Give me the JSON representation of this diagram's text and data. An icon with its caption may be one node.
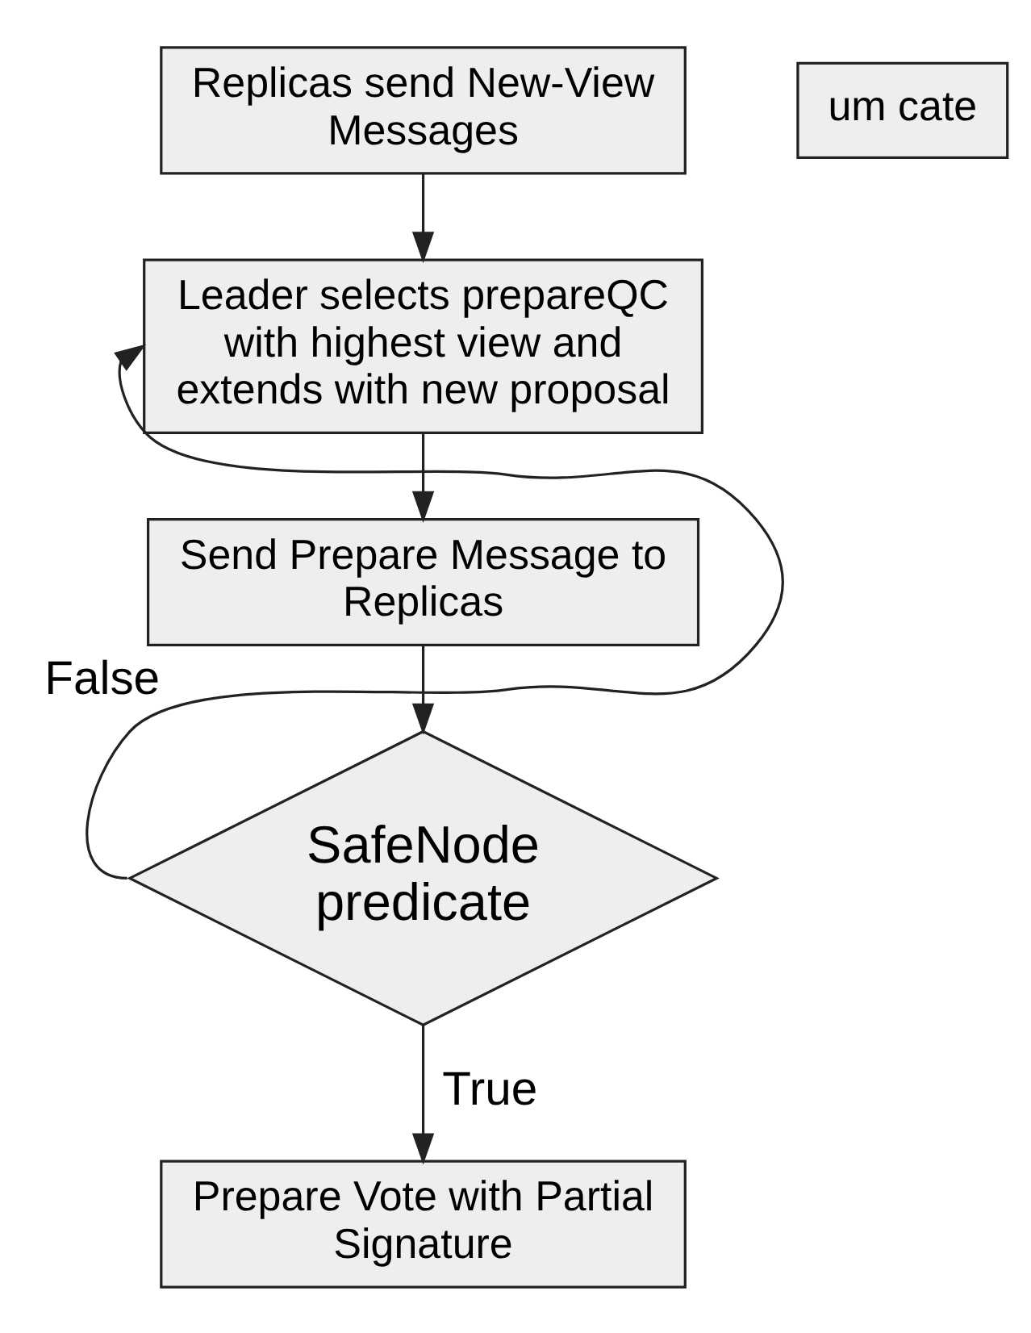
{
  "diagram": {
    "nodes": [
      {
        "text": [
          "Replicas send New-View Messages"
        ]
      },
      {
        "text": [
          "Leader selects prepareQC with highest view and extends with new proposal"
        ]
      },
      {
        "text": [
          "Send Prepare Message to Replicas"
        ]
      },
      {
        "text": [
          "SafeNode predicate"
        ]
      },
      {
        "text": [
          "Prepare Vote with Partial Signature"
        ]
      },
      {
        "text": [
          "um cate"
        ]
      }
    ],
    "edges": [
      {
        "from": 0,
        "to": 1,
        "arrow": "to"
      },
      {
        "from": 1,
        "to": 2,
        "arrow": "to"
      },
      {
        "from": 2,
        "to": 3,
        "arrow": "to"
      },
      {
        "from": 3,
        "to": 1,
        "arrow": "to",
        "label": "False"
      },
      {
        "from": 3,
        "to": 4,
        "arrow": "to",
        "label": "True"
      }
    ]
  }
}
